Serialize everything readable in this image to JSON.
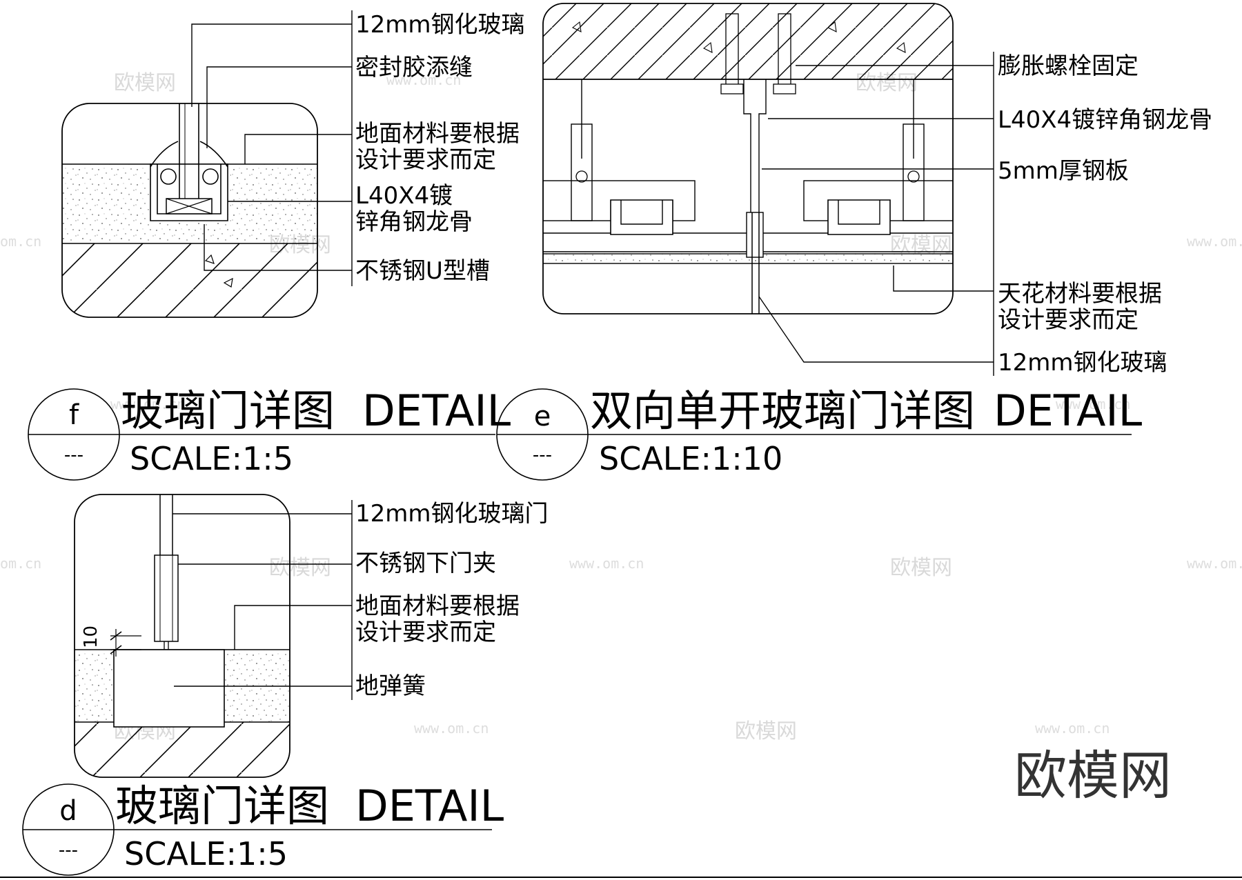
{
  "detail_f": {
    "callout_letter": "f",
    "callout_sub": "---",
    "title": "玻璃门详图",
    "title_en": "DETAIL",
    "scale": "SCALE:1:5",
    "labels": [
      "12mm钢化玻璃",
      "密封胶添缝",
      "地面材料要根据",
      "设计要求而定",
      "L40X4镀",
      "锌角钢龙骨",
      "不锈钢U型槽"
    ]
  },
  "detail_e": {
    "callout_letter": "e",
    "callout_sub": "---",
    "title": "双向单开玻璃门详图",
    "title_en": "DETAIL",
    "scale": "SCALE:1:10",
    "labels": [
      "膨胀螺栓固定",
      "L40X4镀锌角钢龙骨",
      "5mm厚钢板",
      "天花材料要根据",
      "设计要求而定",
      "12mm钢化玻璃"
    ]
  },
  "detail_d": {
    "callout_letter": "d",
    "callout_sub": "---",
    "title": "玻璃门详图",
    "title_en": "DETAIL",
    "scale": "SCALE:1:5",
    "labels": [
      "12mm钢化玻璃门",
      "不锈钢下门夹",
      "地面材料要根据",
      "设计要求而定",
      "地弹簧"
    ],
    "dimension": "10"
  },
  "watermark": {
    "brand": "欧模网",
    "site": "www.om.cn",
    "domain_short": "om.cn"
  }
}
